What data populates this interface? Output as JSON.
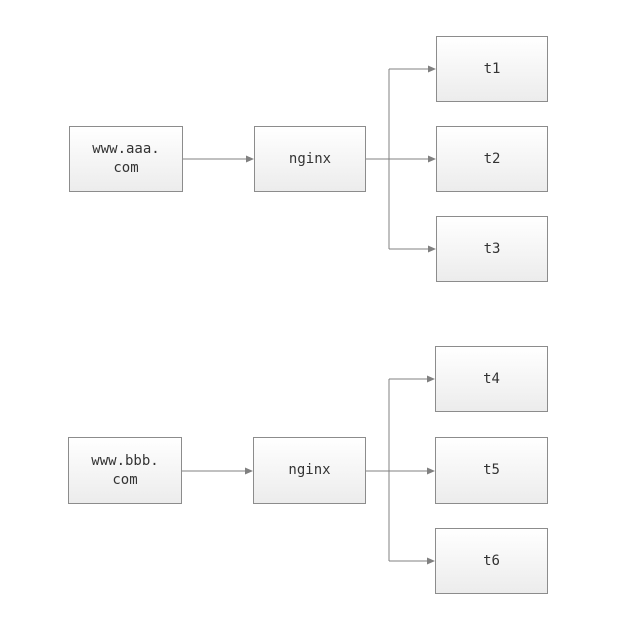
{
  "colors": {
    "box_border": "#8c8c8c",
    "box_fill_top": "#ffffff",
    "box_fill_bottom": "#ececec",
    "line": "#808080",
    "text": "#333333"
  },
  "groups": [
    {
      "source": "www.aaa.\ncom",
      "proxy": "nginx",
      "targets": [
        "t1",
        "t2",
        "t3"
      ]
    },
    {
      "source": "www.bbb.\ncom",
      "proxy": "nginx",
      "targets": [
        "t4",
        "t5",
        "t6"
      ]
    }
  ]
}
